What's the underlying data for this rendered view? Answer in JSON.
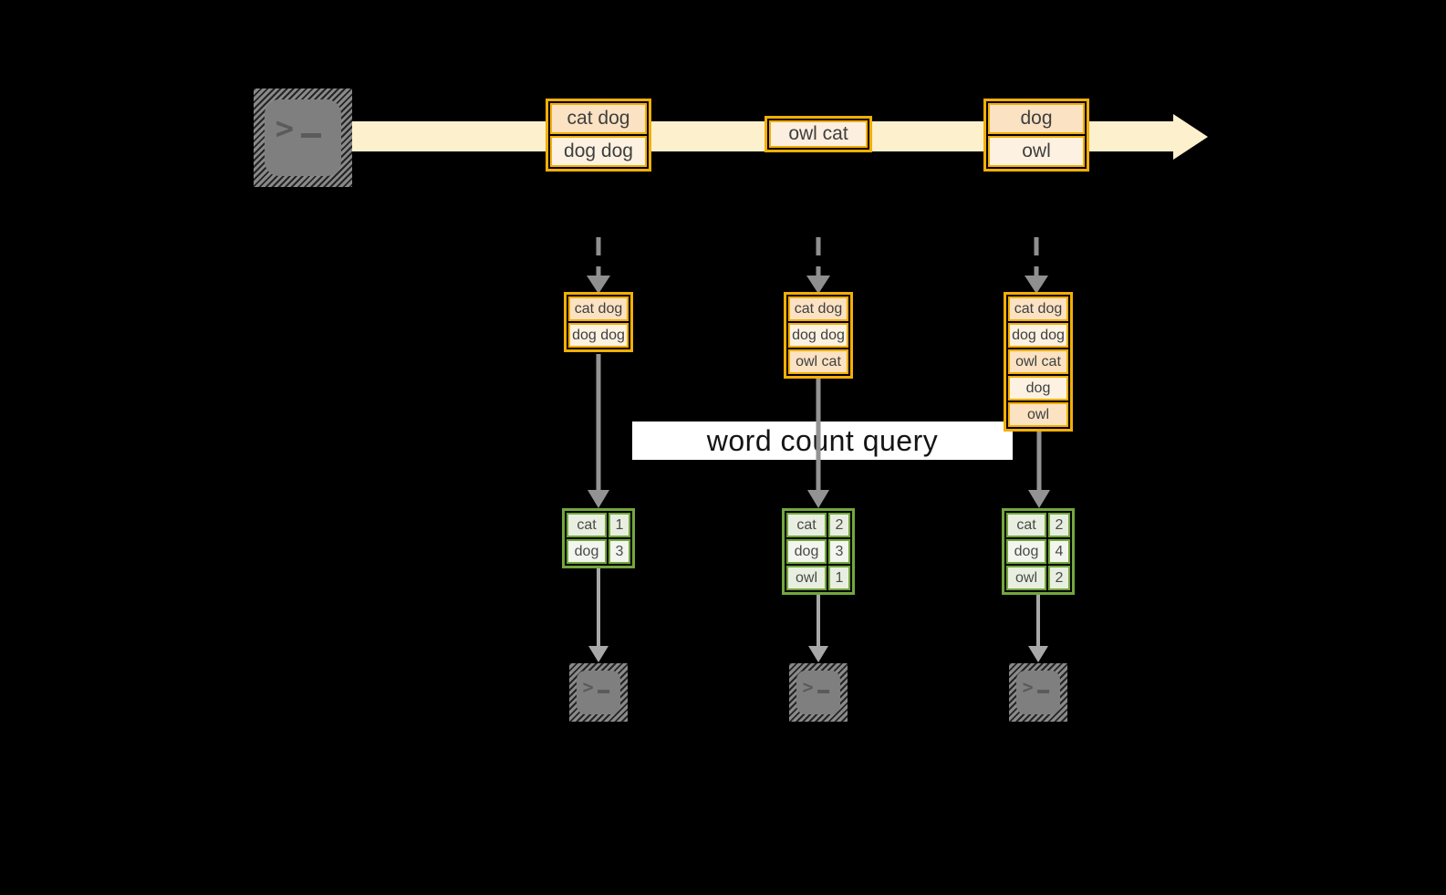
{
  "diagram": {
    "query_label": "word count query",
    "source_icon": "terminal-icon",
    "sink_icons": [
      "terminal-icon",
      "terminal-icon",
      "terminal-icon"
    ],
    "stream_batches": [
      {
        "lines": [
          "cat dog",
          "dog dog"
        ]
      },
      {
        "lines": [
          "owl cat"
        ]
      },
      {
        "lines": [
          "dog",
          "owl"
        ]
      }
    ],
    "micro_batches": [
      {
        "state_lines": [
          "cat dog",
          "dog dog"
        ],
        "counts": [
          {
            "word": "cat",
            "value": "1"
          },
          {
            "word": "dog",
            "value": "3"
          }
        ]
      },
      {
        "state_lines": [
          "cat dog",
          "dog dog",
          "owl cat"
        ],
        "counts": [
          {
            "word": "cat",
            "value": "2"
          },
          {
            "word": "dog",
            "value": "3"
          },
          {
            "word": "owl",
            "value": "1"
          }
        ]
      },
      {
        "state_lines": [
          "cat dog",
          "dog dog",
          "owl cat",
          "dog",
          "owl"
        ],
        "counts": [
          {
            "word": "cat",
            "value": "2"
          },
          {
            "word": "dog",
            "value": "4"
          },
          {
            "word": "owl",
            "value": "2"
          }
        ]
      }
    ],
    "colors": {
      "background": "#000000",
      "stream_arrow": "#fdf0cd",
      "batch_border": "#f3ae06",
      "batch_fill_dark": "#fbe2c3",
      "batch_fill_light": "#fdf2e2",
      "table_border": "#74a63e",
      "table_fill_dark": "#e8efe1",
      "table_fill_light": "#f2f6ee",
      "arrow_gray": "#939393",
      "label_bg": "#ffffff",
      "terminal_gray": "#7f7f7f"
    }
  }
}
